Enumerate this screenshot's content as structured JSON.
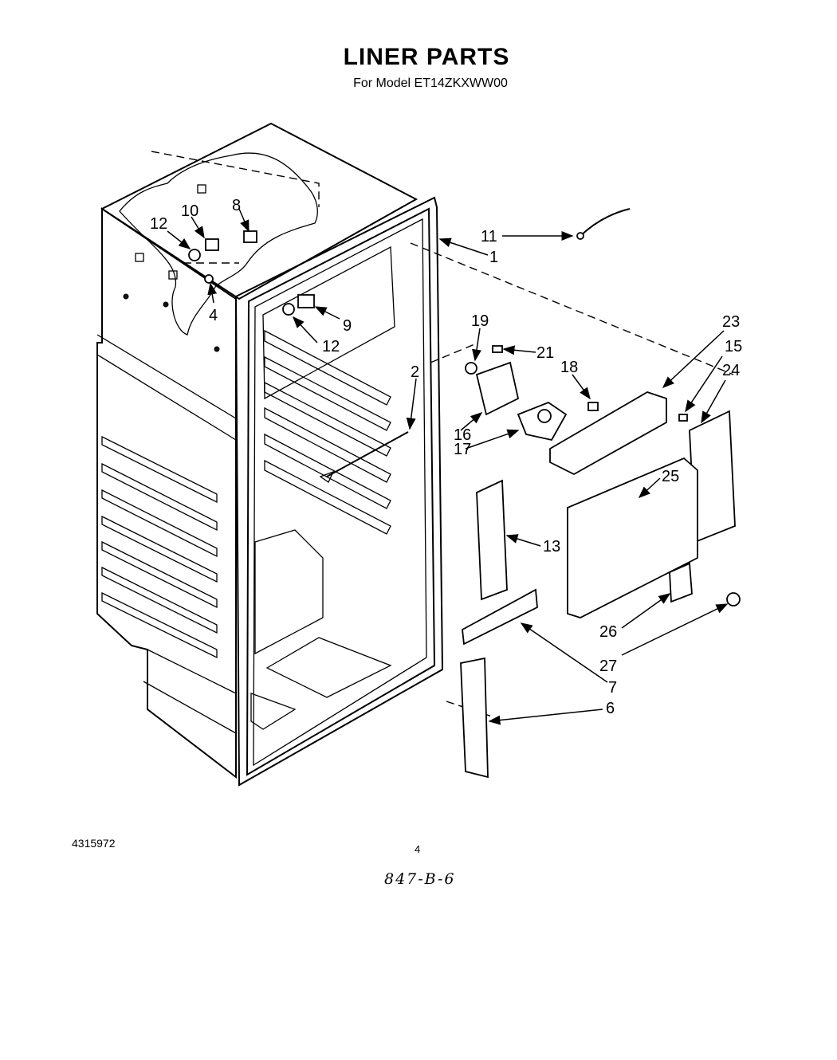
{
  "header": {
    "title": "LINER PARTS",
    "subtitle": "For Model ET14ZKXWW00"
  },
  "callouts": [
    "1",
    "2",
    "4",
    "6",
    "7",
    "8",
    "9",
    "10",
    "11",
    "12",
    "12",
    "13",
    "15",
    "16",
    "17",
    "18",
    "19",
    "21",
    "23",
    "24",
    "25",
    "26",
    "27"
  ],
  "footer": {
    "part_number": "4315972",
    "page_number": "4",
    "handwritten_code": "847-B-6"
  }
}
